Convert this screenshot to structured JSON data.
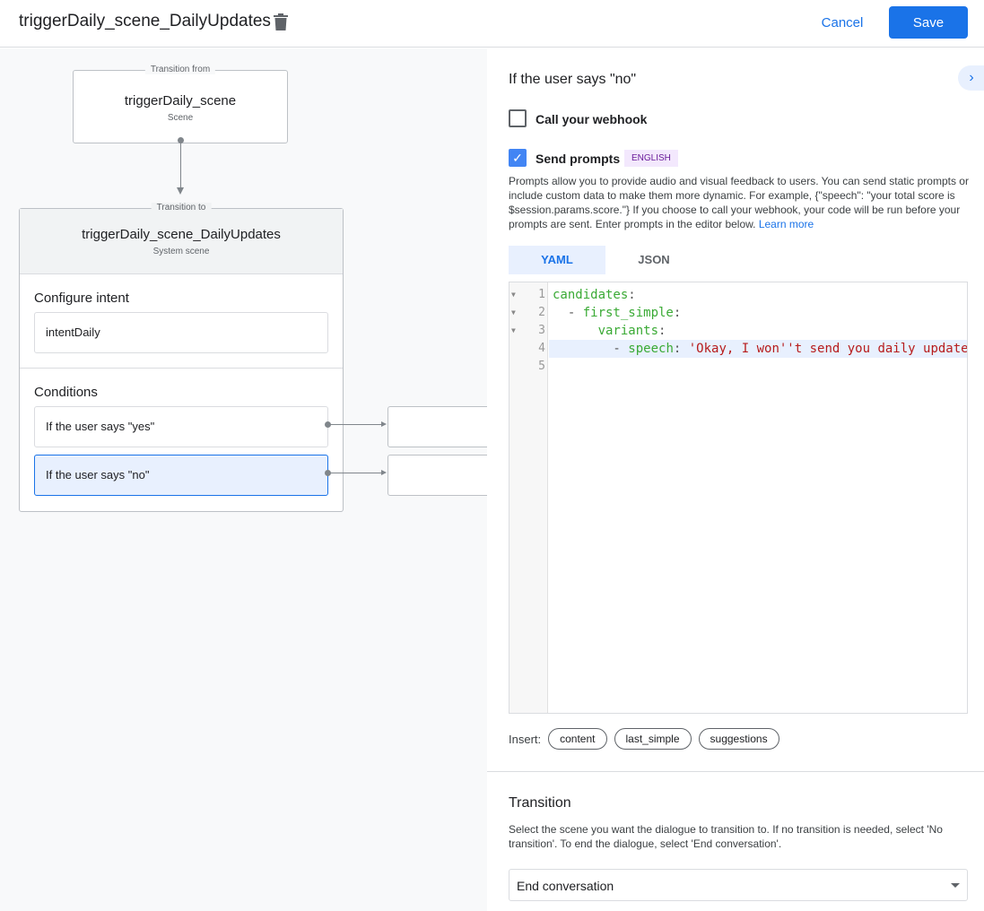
{
  "header": {
    "title": "triggerDaily_scene_DailyUpdates",
    "cancel_label": "Cancel",
    "save_label": "Save"
  },
  "canvas": {
    "from": {
      "label": "Transition from",
      "name": "triggerDaily_scene",
      "type": "Scene"
    },
    "to": {
      "label": "Transition to",
      "name": "triggerDaily_scene_DailyUpdates",
      "type": "System scene",
      "intent_heading": "Configure intent",
      "intent": "intentDaily",
      "conditions_heading": "Conditions",
      "conditions": [
        {
          "label": "If the user says \"yes\""
        },
        {
          "label": "If the user says \"no\""
        }
      ]
    }
  },
  "panel": {
    "title": "If the user says \"no\"",
    "webhook": {
      "label": "Call your webhook",
      "checked": false
    },
    "prompts": {
      "label": "Send prompts",
      "checked": true,
      "badge": "ENGLISH",
      "description": "Prompts allow you to provide audio and visual feedback to users. You can send static prompts or include custom data to make them more dynamic. For example, {\"speech\": \"your total score is $session.params.score.\"} If you choose to call your webhook, your code will be run before your prompts are sent. Enter prompts in the editor below.",
      "learn_more": "Learn more"
    },
    "tabs": [
      {
        "label": "YAML",
        "active": true
      },
      {
        "label": "JSON",
        "active": false
      }
    ],
    "editor": {
      "lines": [
        {
          "num": "1",
          "indent": "",
          "key": "candidates",
          "sep": ":",
          "value": ""
        },
        {
          "num": "2",
          "indent": "  - ",
          "key": "first_simple",
          "sep": ":",
          "value": ""
        },
        {
          "num": "3",
          "indent": "      ",
          "key": "variants",
          "sep": ":",
          "value": ""
        },
        {
          "num": "4",
          "indent": "        - ",
          "key": "speech",
          "sep": ": ",
          "value": "'Okay, I won''t send you daily updates.'"
        },
        {
          "num": "5",
          "indent": "",
          "key": "",
          "sep": "",
          "value": ""
        }
      ]
    },
    "insert": {
      "label": "Insert:",
      "chips": [
        "content",
        "last_simple",
        "suggestions"
      ]
    },
    "transition": {
      "title": "Transition",
      "description": "Select the scene you want the dialogue to transition to. If no transition is needed, select 'No transition'. To end the dialogue, select 'End conversation'.",
      "selected": "End conversation"
    }
  }
}
